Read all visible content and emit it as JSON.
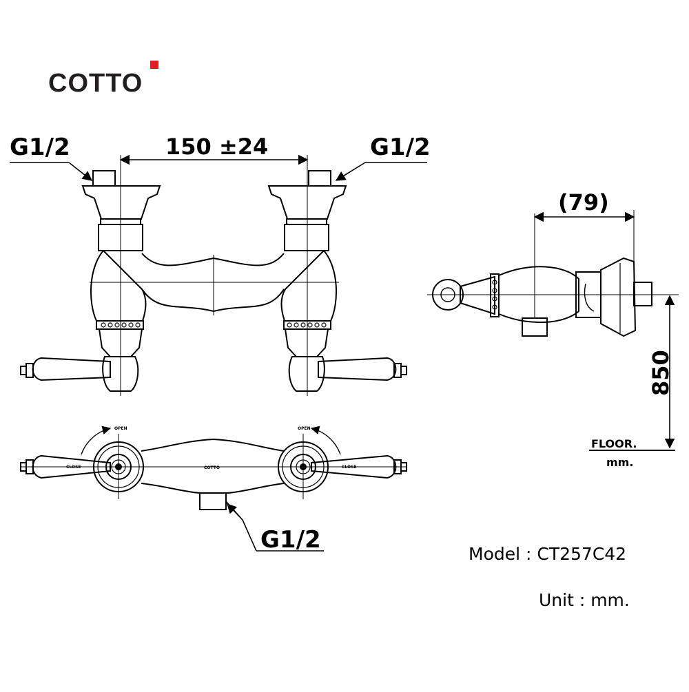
{
  "brand": {
    "name": "COTTO",
    "accent_color": "#e31e24"
  },
  "front_view": {
    "inlet_left_label": "G1/2",
    "inlet_right_label": "G1/2",
    "center_distance_label": "150 ±24"
  },
  "top_view": {
    "outlet_label": "G1/2",
    "left_dial_label": "OPEN",
    "left_handle_label": "CLOSE",
    "body_label": "COTTO",
    "right_dial_label": "OPEN",
    "right_handle_label": "CLOSE"
  },
  "side_view": {
    "depth_label": "(79)",
    "height_label": "850",
    "floor_label": "FLOOR.",
    "unit_small_label": "mm."
  },
  "info": {
    "model_text": "Model : CT257C42",
    "unit_text": "Unit : mm."
  }
}
